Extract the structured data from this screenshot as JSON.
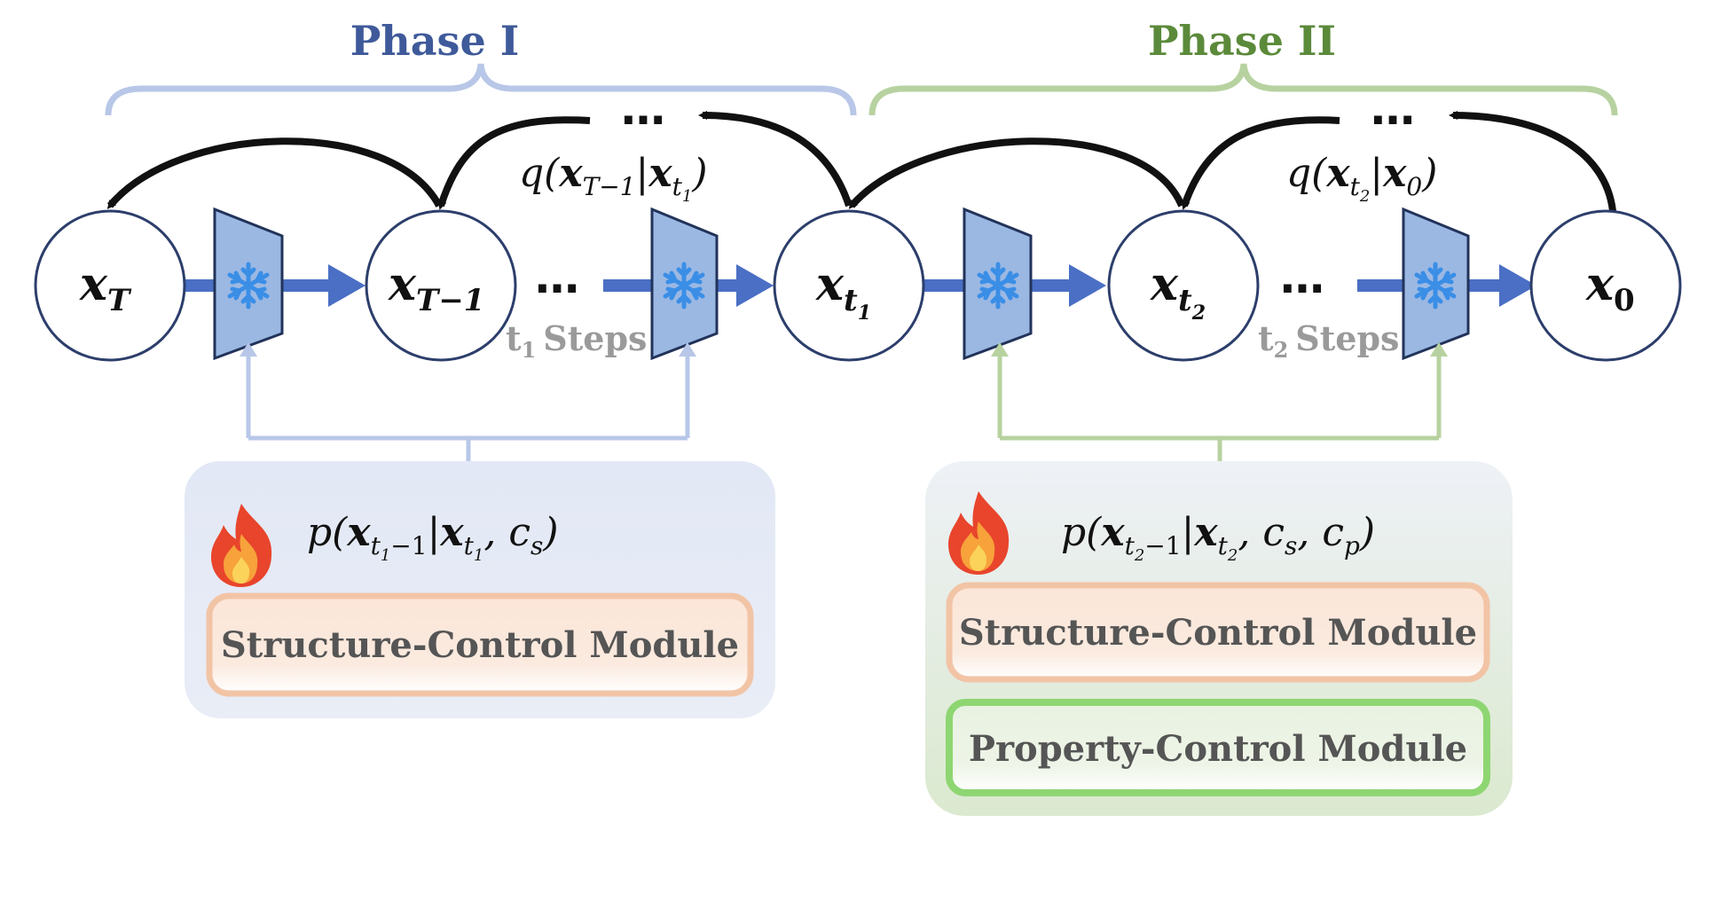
{
  "phases": [
    {
      "label": "Phase I",
      "color": "#3f5a9a"
    },
    {
      "label": "Phase II",
      "color": "#5b8a3a"
    }
  ],
  "nodes": [
    {
      "var": "x",
      "sub": "T",
      "subsub": ""
    },
    {
      "var": "x",
      "sub": "T−1",
      "subsub": ""
    },
    {
      "var": "x",
      "sub": "t",
      "subsub": "1"
    },
    {
      "var": "x",
      "sub": "t",
      "subsub": "2"
    },
    {
      "var": "x",
      "sub": "0",
      "subsub": ""
    }
  ],
  "ellipsis": "…",
  "steps": [
    {
      "t": "t",
      "sub": "1",
      "label": "Steps"
    },
    {
      "t": "t",
      "sub": "2",
      "label": "Steps"
    }
  ],
  "forward": [
    {
      "q": "q(",
      "a": "x",
      "a_sub": "T−1",
      "bar": "|",
      "b": "x",
      "b_sub": "t",
      "b_subsub": "1",
      "close": ")"
    },
    {
      "q": "q(",
      "a": "x",
      "a_sub": "t",
      "a_subsub": "2",
      "bar": "|",
      "b": "x",
      "b_sub": "0",
      "close": ")"
    }
  ],
  "reverse": [
    {
      "p": "p(",
      "a": "x",
      "a_sub": "t",
      "a_subsub": "1",
      "a_tail": "−1",
      "bar": "|",
      "b": "x",
      "b_sub": "t",
      "b_subsub": "1",
      "rest": ", c",
      "rest_sub": "s",
      "close": ")"
    },
    {
      "p": "p(",
      "a": "x",
      "a_sub": "t",
      "a_subsub": "2",
      "a_tail": "−1",
      "bar": "|",
      "b": "x",
      "b_sub": "t",
      "b_subsub": "2",
      "rest": ", c",
      "rest_sub": "s",
      "rest2": ", c",
      "rest2_sub": "p",
      "close": ")"
    }
  ],
  "modules": {
    "structure": "Structure-Control Module",
    "property": "Property-Control Module"
  },
  "icons": {
    "frozen": "snowflake-icon",
    "trainable": "fire-icon"
  },
  "colors": {
    "main_arrow": "#4a6fc4",
    "phase1_bracket": "#b8c7e8",
    "phase2_bracket": "#b7d2a0",
    "phase1_panel": "#e4eaf6",
    "phase2_panel": "#e3eedb",
    "structure_border": "#f2c4a6",
    "property_border": "#8ed672"
  }
}
